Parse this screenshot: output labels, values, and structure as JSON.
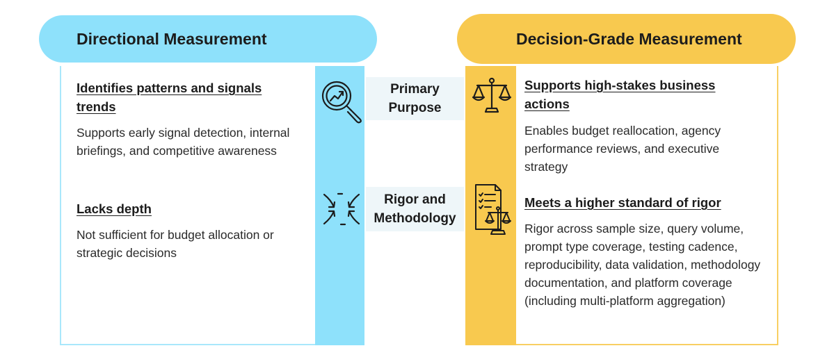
{
  "left": {
    "title": "Directional Measurement",
    "purpose": {
      "heading": "Identifies patterns and signals trends",
      "body": "Supports early signal detection, internal briefings, and competitive awareness"
    },
    "rigor": {
      "heading": "Lacks depth",
      "body": "Not sufficient for budget allocation or strategic decisions"
    }
  },
  "right": {
    "title": "Decision-Grade Measurement",
    "purpose": {
      "heading": "Supports high-stakes business actions",
      "body": "Enables budget reallocation, agency performance reviews, and executive strategy"
    },
    "rigor": {
      "heading": "Meets a higher standard of rigor",
      "body": "Rigor across sample size, query volume, prompt type coverage, testing cadence, reproducibility, data validation, methodology documentation, and platform coverage (including multi-platform aggregation)"
    }
  },
  "categories": [
    {
      "label": "Primary Purpose"
    },
    {
      "label": "Rigor and Methodology"
    }
  ],
  "colors": {
    "blue": "#8ee1fb",
    "yellow": "#f8c94f",
    "category_bg": "#eef6f9"
  },
  "icons": {
    "left_purpose": "magnifier-trend-icon",
    "left_rigor": "converging-arrows-icon",
    "right_purpose": "scales-icon",
    "right_rigor": "checklist-scales-icon"
  }
}
